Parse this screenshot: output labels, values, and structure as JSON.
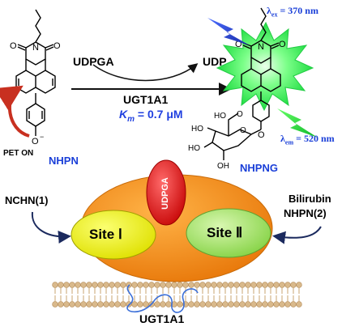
{
  "reaction": {
    "reagent": "UDPGA",
    "product": "UDP",
    "enzyme": "UGT1A1",
    "km_symbol": "K",
    "km_subscript": "m",
    "km_value": " = 0.7 μM"
  },
  "probe": {
    "name": "NHPN",
    "pet_label": "PET ON"
  },
  "product_compound": {
    "name": "NHPNG",
    "excitation_symbol": "λ",
    "excitation_sub": "ex",
    "excitation_value": " = 370 nm",
    "emission_symbol": "λ",
    "emission_sub": "em",
    "emission_value": " = 520 nm"
  },
  "enzyme_model": {
    "cofactor": "UDPGA",
    "site1": "Site Ⅰ",
    "site2": "Site Ⅱ",
    "site1_ligand": "NCHN(1)",
    "site2_ligand_line1": "Bilirubin",
    "site2_ligand_line2": "NHPN(2)",
    "membrane_label": "UGT1A1"
  },
  "colors": {
    "enzyme_body": "#f08a10",
    "site1": "#eef012",
    "site2": "#a8e66a",
    "cofactor": "#e01818",
    "membrane": "#d9b98b",
    "arrow_blue": "#1b2a5e",
    "pet_arrow": "#c83020",
    "glow": "#33ee55",
    "label_blue": "#1a3fd8"
  }
}
